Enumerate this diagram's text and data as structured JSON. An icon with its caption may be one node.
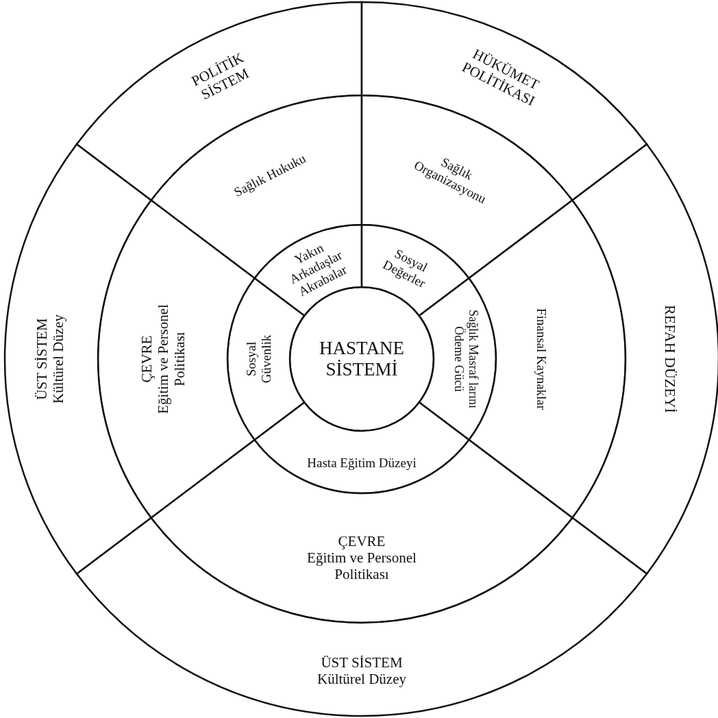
{
  "diagram": {
    "nodes": [
      {
        "text": [
          "HASTANE SİSTEMİ"
        ]
      },
      {
        "text": [
          "Yakın Arkadaşlar Akrabalar"
        ]
      },
      {
        "text": [
          "Sosyal Değerler"
        ]
      },
      {
        "text": [
          "Sağlık Masraf larını Ödeme Gücü"
        ]
      },
      {
        "text": [
          "Hasta Eğitim Düzeyi"
        ]
      },
      {
        "text": [
          "Sosyal Güvenlik"
        ]
      },
      {
        "text": [
          "Sağlık Hukuku"
        ]
      },
      {
        "text": [
          "Sağlık Organizasyonu"
        ]
      },
      {
        "text": [
          "Finansal Kaynaklar"
        ]
      },
      {
        "text": [
          "ÇEVRE",
          "Eğitim ve Personel Politikası"
        ]
      },
      {
        "text": [
          "ÇEVRE",
          "Eğitim ve Personel Politikası"
        ]
      },
      {
        "text": [
          "POLİTİK SİSTEM"
        ]
      },
      {
        "text": [
          "HÜKÜMET POLİTİKASI"
        ]
      },
      {
        "text": [
          "REFAH DÜZEYİ"
        ]
      },
      {
        "text": [
          "ÜST SİSTEM",
          "Kültürel Düzey"
        ]
      },
      {
        "text": [
          "ÜST SİSTEM",
          "Kültürel Düzey"
        ]
      }
    ]
  }
}
